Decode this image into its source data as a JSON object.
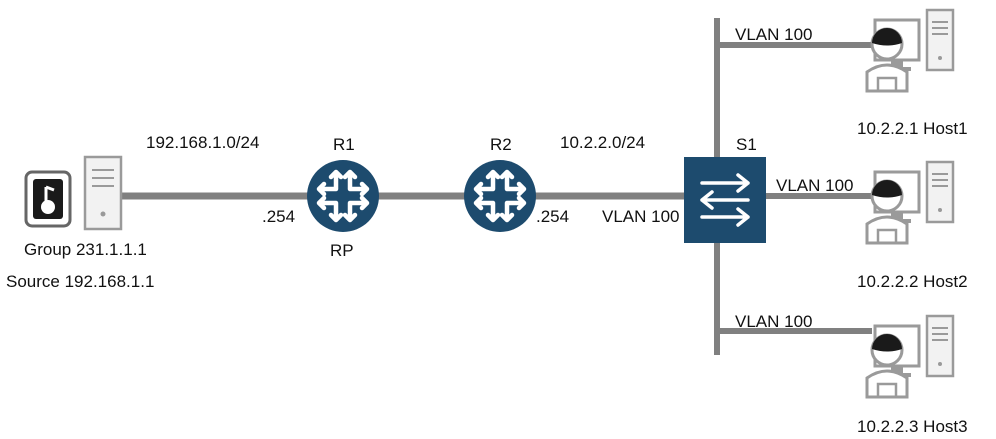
{
  "colors": {
    "link": "#808080",
    "device": "#1d4b6e",
    "host_gray": "#9a9a9a",
    "host_dark": "#1a1a1a",
    "server_fill": "#f2f2f2"
  },
  "source": {
    "icon": "media-server-icon",
    "group_label": "Group 231.1.1.1",
    "source_label": "Source 192.168.1.1"
  },
  "links": {
    "r1_subnet": "192.168.1.0/24",
    "r1_iface": ".254",
    "r2_subnet": "10.2.2.0/24",
    "r2_iface": ".254",
    "s1_vlan_r2": "VLAN 100"
  },
  "routers": [
    {
      "name": "R1",
      "role": "RP",
      "icon": "router-icon"
    },
    {
      "name": "R2",
      "icon": "router-icon"
    }
  ],
  "switch": {
    "name": "S1",
    "icon": "switch-icon"
  },
  "hosts": [
    {
      "label": "10.2.2.1 Host1",
      "vlan": "VLAN 100",
      "icon": "host-icon"
    },
    {
      "label": "10.2.2.2 Host2",
      "vlan": "VLAN 100",
      "icon": "host-icon"
    },
    {
      "label": "10.2.2.3 Host3",
      "vlan": "VLAN 100",
      "icon": "host-icon"
    }
  ]
}
